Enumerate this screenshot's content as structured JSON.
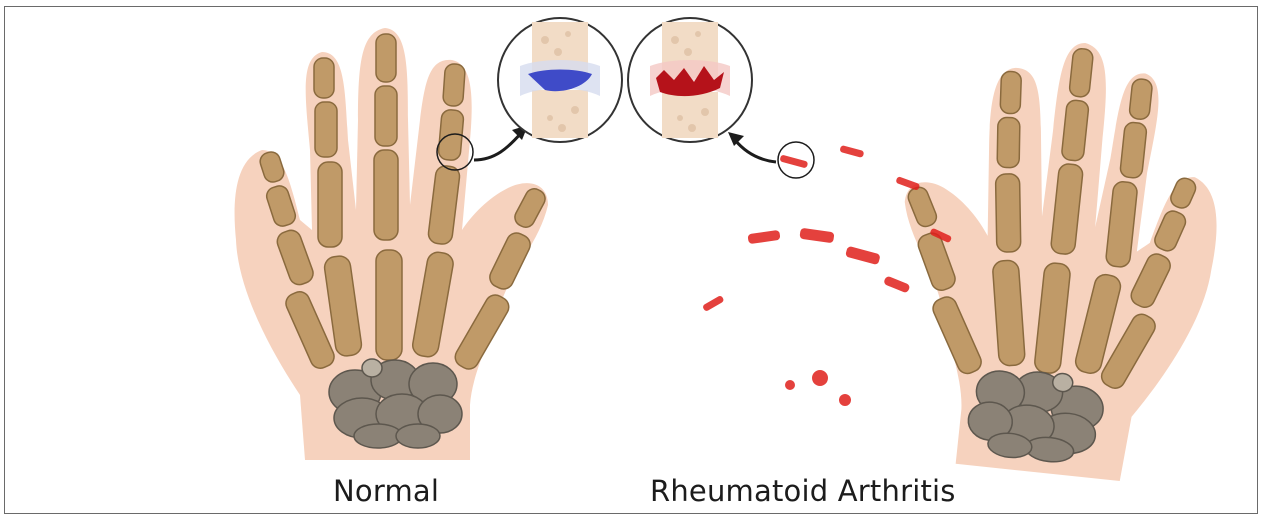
{
  "labels": {
    "normal": "Normal",
    "rheumatoid": "Rheumatoid Arthritis"
  },
  "colors": {
    "skin": "#f6d2be",
    "bone": "#c09a68",
    "bone_dark": "#8a6a3e",
    "carpal": "#8b8276",
    "cartilage_normal": "#3f4bc8",
    "inflammation": "#e0201c",
    "outline": "#1c1c1c"
  },
  "icons": [
    "normal-hand-illustration",
    "ra-hand-illustration",
    "normal-joint-zoom",
    "ra-joint-zoom",
    "zoom-arrow"
  ]
}
